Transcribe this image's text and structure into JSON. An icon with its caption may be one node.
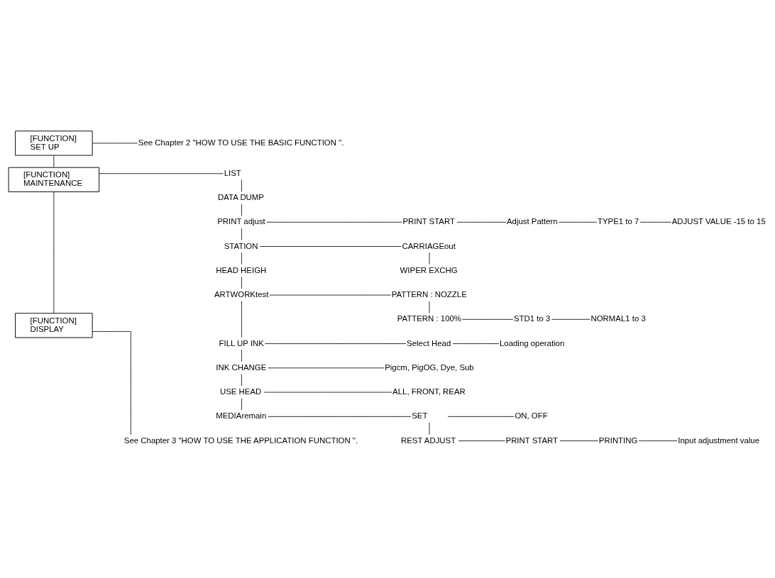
{
  "diagram": {
    "nodes": [
      {
        "text": [
          "[FUNCTION]",
          "SET UP"
        ]
      },
      {
        "text": [
          "See Chapter 2 \"HOW TO USE THE BASIC FUNCTION \"."
        ]
      },
      {
        "text": [
          "[FUNCTION]",
          "MAINTENANCE"
        ]
      },
      {
        "text": [
          "LIST"
        ]
      },
      {
        "text": [
          "DATA DUMP"
        ]
      },
      {
        "text": [
          "PRINT adjust"
        ]
      },
      {
        "text": [
          "PRINT START"
        ]
      },
      {
        "text": [
          "Adjust Pattern"
        ]
      },
      {
        "text": [
          "TYPE1 to 7"
        ]
      },
      {
        "text": [
          "ADJUST VALUE -15 to 15"
        ]
      },
      {
        "text": [
          "STATION"
        ]
      },
      {
        "text": [
          "CARRIAGEout"
        ]
      },
      {
        "text": [
          "WIPER EXCHG"
        ]
      },
      {
        "text": [
          "HEAD HEIGH"
        ]
      },
      {
        "text": [
          "ARTWORKtest"
        ]
      },
      {
        "text": [
          "PATTERN : NOZZLE"
        ]
      },
      {
        "text": [
          "PATTERN : 100%"
        ]
      },
      {
        "text": [
          "STD1 to 3"
        ]
      },
      {
        "text": [
          "NORMAL1 to 3"
        ]
      },
      {
        "text": [
          "FILL UP INK"
        ]
      },
      {
        "text": [
          "Select Head"
        ]
      },
      {
        "text": [
          "Loading operation"
        ]
      },
      {
        "text": [
          "INK CHANGE"
        ]
      },
      {
        "text": [
          "Pigcm, PigOG, Dye, Sub"
        ]
      },
      {
        "text": [
          "USE HEAD"
        ]
      },
      {
        "text": [
          "ALL, FRONT, REAR"
        ]
      },
      {
        "text": [
          "MEDIAremain"
        ]
      },
      {
        "text": [
          "SET"
        ]
      },
      {
        "text": [
          "ON, OFF"
        ]
      },
      {
        "text": [
          "REST ADJUST"
        ]
      },
      {
        "text": [
          "PRINT START"
        ]
      },
      {
        "text": [
          "PRINTING"
        ]
      },
      {
        "text": [
          "Input adjustment value"
        ]
      },
      {
        "text": [
          "[FUNCTION]",
          "DISPLAY"
        ]
      },
      {
        "text": [
          "See Chapter 3 \"HOW TO USE THE APPLICATION FUNCTION \"."
        ]
      }
    ],
    "edges": [
      {
        "from": 0,
        "to": 1,
        "arrow": "none"
      },
      {
        "from": 0,
        "to": 2,
        "arrow": "none"
      },
      {
        "from": 2,
        "to": 3,
        "arrow": "none"
      },
      {
        "from": 3,
        "to": 4,
        "arrow": "none"
      },
      {
        "from": 4,
        "to": 5,
        "arrow": "none"
      },
      {
        "from": 5,
        "to": 6,
        "arrow": "none"
      },
      {
        "from": 6,
        "to": 7,
        "arrow": "none"
      },
      {
        "from": 7,
        "to": 8,
        "arrow": "none"
      },
      {
        "from": 8,
        "to": 9,
        "arrow": "none"
      },
      {
        "from": 5,
        "to": 10,
        "arrow": "none"
      },
      {
        "from": 10,
        "to": 11,
        "arrow": "none"
      },
      {
        "from": 11,
        "to": 12,
        "arrow": "none"
      },
      {
        "from": 10,
        "to": 13,
        "arrow": "none"
      },
      {
        "from": 13,
        "to": 14,
        "arrow": "none"
      },
      {
        "from": 14,
        "to": 15,
        "arrow": "none"
      },
      {
        "from": 15,
        "to": 16,
        "arrow": "none"
      },
      {
        "from": 16,
        "to": 17,
        "arrow": "none"
      },
      {
        "from": 17,
        "to": 18,
        "arrow": "none"
      },
      {
        "from": 14,
        "to": 19,
        "arrow": "none"
      },
      {
        "from": 19,
        "to": 20,
        "arrow": "none"
      },
      {
        "from": 20,
        "to": 21,
        "arrow": "none"
      },
      {
        "from": 19,
        "to": 22,
        "arrow": "none"
      },
      {
        "from": 22,
        "to": 23,
        "arrow": "none"
      },
      {
        "from": 22,
        "to": 24,
        "arrow": "none"
      },
      {
        "from": 24,
        "to": 25,
        "arrow": "none"
      },
      {
        "from": 24,
        "to": 26,
        "arrow": "none"
      },
      {
        "from": 26,
        "to": 27,
        "arrow": "none"
      },
      {
        "from": 27,
        "to": 28,
        "arrow": "none"
      },
      {
        "from": 27,
        "to": 29,
        "arrow": "none"
      },
      {
        "from": 29,
        "to": 30,
        "arrow": "none"
      },
      {
        "from": 30,
        "to": 31,
        "arrow": "none"
      },
      {
        "from": 31,
        "to": 32,
        "arrow": "none"
      },
      {
        "from": 2,
        "to": 33,
        "arrow": "none"
      },
      {
        "from": 33,
        "to": 34,
        "arrow": "none"
      }
    ]
  }
}
